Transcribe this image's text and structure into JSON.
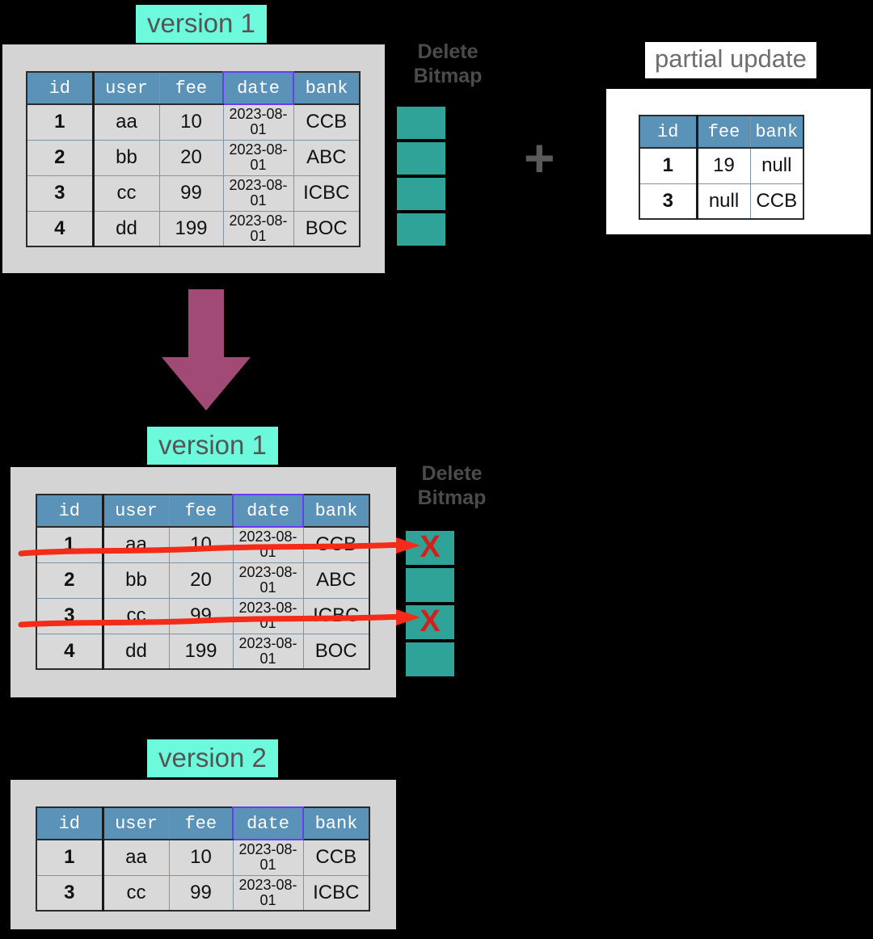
{
  "diagram": {
    "title_top": "version 1",
    "title_mid": "version 1",
    "title_bottom": "version 2",
    "partial_update_caption": "partial update",
    "delete_bitmap_caption": "Delete\nBitmap",
    "plus_symbol": "+",
    "x_mark": "X",
    "accent_colors": {
      "version_label_bg": "#6dfadc",
      "table_header_bg": "#5b92b8",
      "table_cell_bg": "#d9d9d9",
      "panel_bg": "#d4d4d4",
      "bitmap_cell": "#2fa397",
      "arrow": "#a14a75",
      "strike_red": "#f42b18",
      "date_highlight_border": "#6a3cf0",
      "caption_text": "#6e6e6e"
    }
  },
  "table_v1": {
    "columns": [
      "id",
      "user",
      "fee",
      "date",
      "bank"
    ],
    "rows": [
      {
        "id": "1",
        "user": "aa",
        "fee": "10",
        "date": "2023-08-01",
        "bank": "CCB"
      },
      {
        "id": "2",
        "user": "bb",
        "fee": "20",
        "date": "2023-08-01",
        "bank": "ABC"
      },
      {
        "id": "3",
        "user": "cc",
        "fee": "99",
        "date": "2023-08-01",
        "bank": "ICBC"
      },
      {
        "id": "4",
        "user": "dd",
        "fee": "199",
        "date": "2023-08-01",
        "bank": "BOC"
      }
    ]
  },
  "table_partial_update": {
    "columns": [
      "id",
      "fee",
      "bank"
    ],
    "rows": [
      {
        "id": "1",
        "fee": "19",
        "bank": "null"
      },
      {
        "id": "3",
        "fee": "null",
        "bank": "CCB"
      }
    ]
  },
  "table_v1_marked": {
    "columns": [
      "id",
      "user",
      "fee",
      "date",
      "bank"
    ],
    "rows": [
      {
        "id": "1",
        "user": "aa",
        "fee": "10",
        "date": "2023-08-01",
        "bank": "CCB",
        "deleted": true
      },
      {
        "id": "2",
        "user": "bb",
        "fee": "20",
        "date": "2023-08-01",
        "bank": "ABC",
        "deleted": false
      },
      {
        "id": "3",
        "user": "cc",
        "fee": "99",
        "date": "2023-08-01",
        "bank": "ICBC",
        "deleted": true
      },
      {
        "id": "4",
        "user": "dd",
        "fee": "199",
        "date": "2023-08-01",
        "bank": "BOC",
        "deleted": false
      }
    ]
  },
  "table_v2": {
    "columns": [
      "id",
      "user",
      "fee",
      "date",
      "bank"
    ],
    "rows": [
      {
        "id": "1",
        "user": "aa",
        "fee": "10",
        "date": "2023-08-01",
        "bank": "CCB"
      },
      {
        "id": "3",
        "user": "cc",
        "fee": "99",
        "date": "2023-08-01",
        "bank": "ICBC"
      }
    ]
  },
  "bitmap_top": {
    "cells": [
      "",
      "",
      "",
      ""
    ]
  },
  "bitmap_mid": {
    "cells": [
      "X",
      "",
      "X",
      ""
    ]
  }
}
